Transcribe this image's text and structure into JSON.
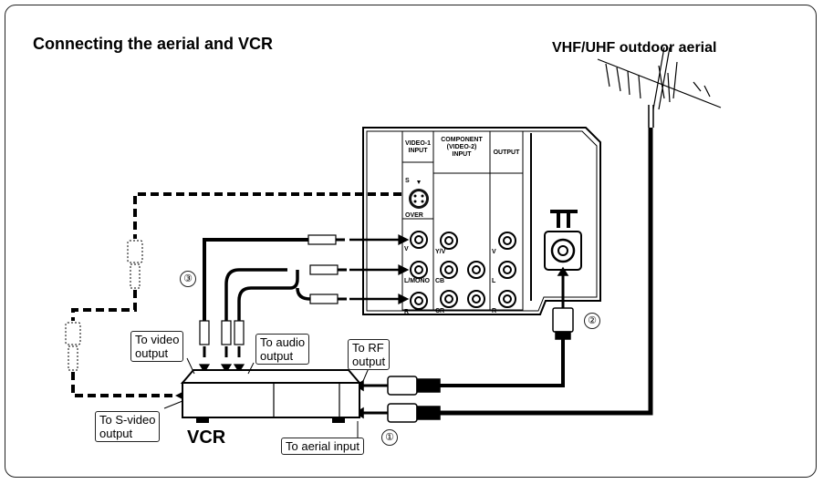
{
  "title": "Connecting the aerial and VCR",
  "aerial": {
    "label": "VHF/UHF outdoor aerial"
  },
  "vcr": {
    "label": "VCR"
  },
  "panel": {
    "video1": "VIDEO-1\nINPUT",
    "component": "COMPONENT\n(VIDEO-2)\nINPUT",
    "output": "OUTPUT",
    "s": "S",
    "over": "OVER",
    "v": "V",
    "l_mono": "L/MONO",
    "r": "R",
    "yv": "Y/V",
    "cb": "CB",
    "cr": "CR",
    "out_v": "V",
    "out_l": "L",
    "out_r": "R"
  },
  "callouts": {
    "video_output": "To video\noutput",
    "audio_output": "To audio\noutput",
    "rf_output": "To RF\noutput",
    "s_video_output": "To S-video\noutput",
    "aerial_input": "To aerial input"
  },
  "steps": {
    "one": "①",
    "two": "②",
    "three": "③"
  }
}
